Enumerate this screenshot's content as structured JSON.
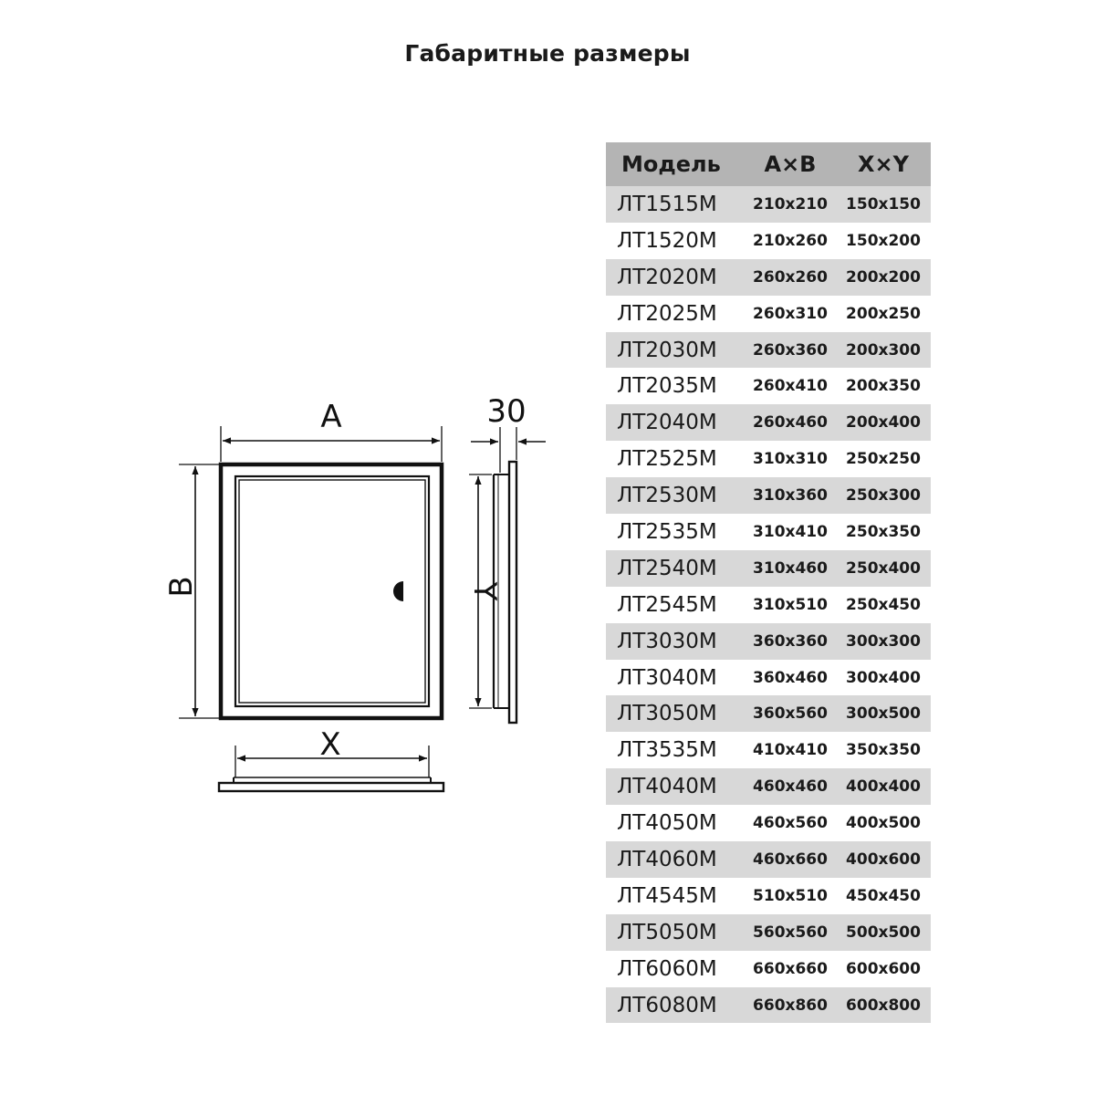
{
  "title": "Габаритные размеры",
  "drawing": {
    "label_a": "A",
    "label_b": "B",
    "label_x": "X",
    "label_y": "Y",
    "depth_label": "30"
  },
  "table": {
    "headers": [
      "Модель",
      "A×B",
      "X×Y"
    ],
    "rows": [
      {
        "model": "ЛТ1515М",
        "ab": "210x210",
        "xy": "150x150"
      },
      {
        "model": "ЛТ1520М",
        "ab": "210x260",
        "xy": "150x200"
      },
      {
        "model": "ЛТ2020М",
        "ab": "260x260",
        "xy": "200x200"
      },
      {
        "model": "ЛТ2025М",
        "ab": "260x310",
        "xy": "200x250"
      },
      {
        "model": "ЛТ2030М",
        "ab": "260x360",
        "xy": "200x300"
      },
      {
        "model": "ЛТ2035М",
        "ab": "260x410",
        "xy": "200x350"
      },
      {
        "model": "ЛТ2040М",
        "ab": "260x460",
        "xy": "200x400"
      },
      {
        "model": "ЛТ2525М",
        "ab": "310x310",
        "xy": "250x250"
      },
      {
        "model": "ЛТ2530М",
        "ab": "310x360",
        "xy": "250x300"
      },
      {
        "model": "ЛТ2535М",
        "ab": "310x410",
        "xy": "250x350"
      },
      {
        "model": "ЛТ2540М",
        "ab": "310x460",
        "xy": "250x400"
      },
      {
        "model": "ЛТ2545М",
        "ab": "310x510",
        "xy": "250x450"
      },
      {
        "model": "ЛТ3030М",
        "ab": "360x360",
        "xy": "300x300"
      },
      {
        "model": "ЛТ3040М",
        "ab": "360x460",
        "xy": "300x400"
      },
      {
        "model": "ЛТ3050М",
        "ab": "360x560",
        "xy": "300x500"
      },
      {
        "model": "ЛТ3535М",
        "ab": "410x410",
        "xy": "350x350"
      },
      {
        "model": "ЛТ4040М",
        "ab": "460x460",
        "xy": "400x400"
      },
      {
        "model": "ЛТ4050М",
        "ab": "460x560",
        "xy": "400x500"
      },
      {
        "model": "ЛТ4060М",
        "ab": "460x660",
        "xy": "400x600"
      },
      {
        "model": "ЛТ4545М",
        "ab": "510x510",
        "xy": "450x450"
      },
      {
        "model": "ЛТ5050М",
        "ab": "560x560",
        "xy": "500x500"
      },
      {
        "model": "ЛТ6060М",
        "ab": "660x660",
        "xy": "600x600"
      },
      {
        "model": "ЛТ6080М",
        "ab": "660x860",
        "xy": "600x800"
      }
    ]
  }
}
